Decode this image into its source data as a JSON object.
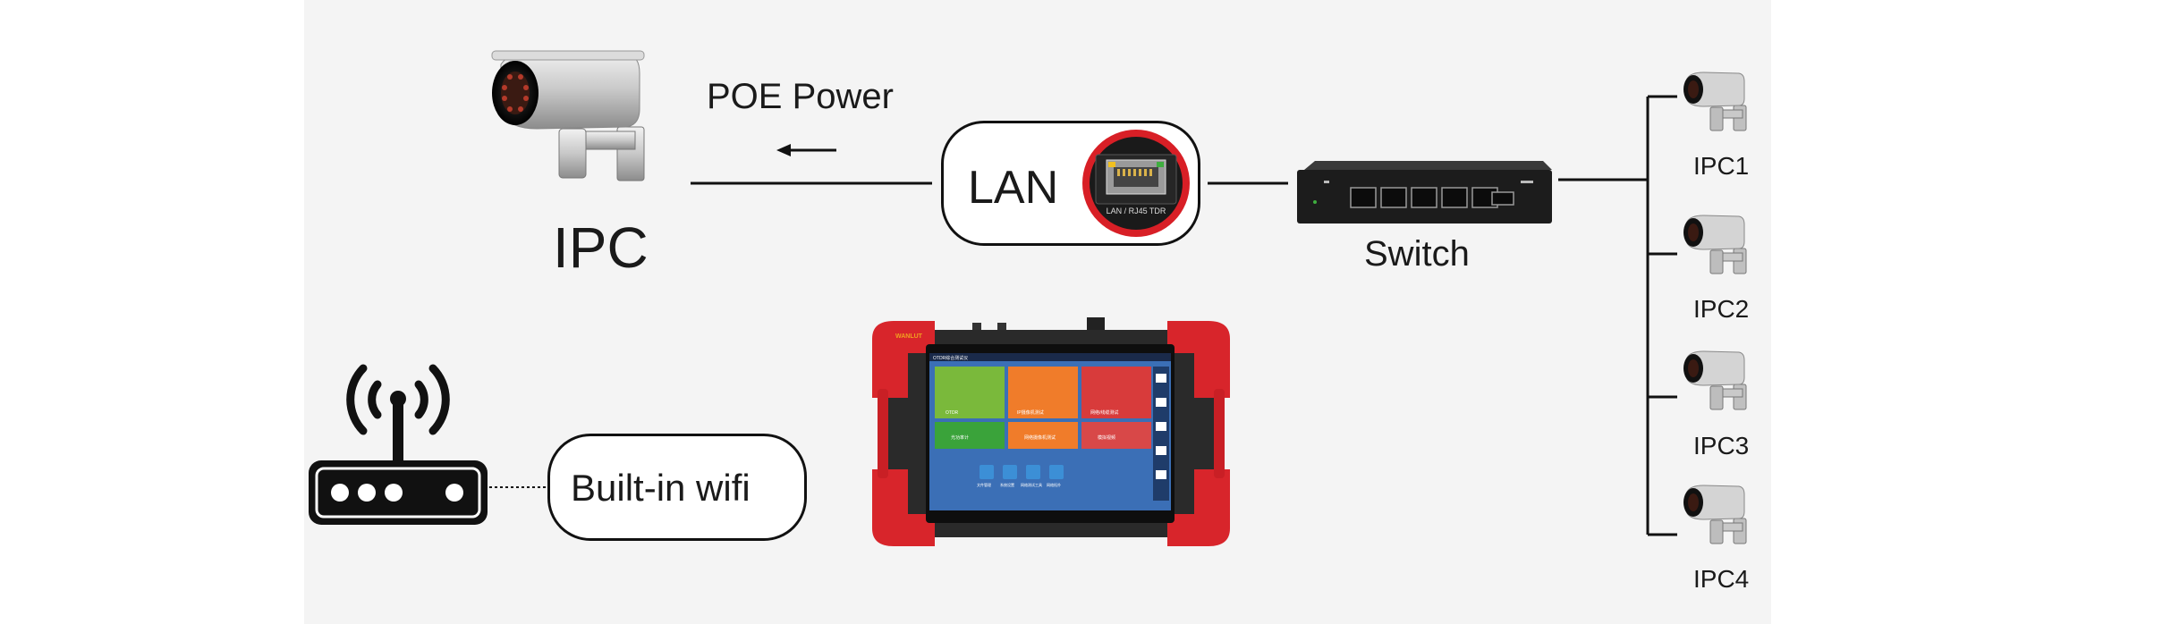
{
  "colors": {
    "background": "#f4f4f4",
    "line": "#111111",
    "device_red": "#e11b22",
    "screen_blue": "#2f6fc7"
  },
  "ipc_main": {
    "label": "IPC",
    "icon": "cctv-camera-icon"
  },
  "poe": {
    "label": "POE Power",
    "arrow": "arrow-left-icon"
  },
  "lan": {
    "label": "LAN",
    "port_caption": "LAN / RJ45 TDR",
    "icon": "rj45-port-icon"
  },
  "switch": {
    "label": "Switch",
    "icon": "network-switch-icon"
  },
  "cameras": [
    {
      "label": "IPC1"
    },
    {
      "label": "IPC2"
    },
    {
      "label": "IPC3"
    },
    {
      "label": "IPC4"
    }
  ],
  "router": {
    "icon": "wifi-router-icon"
  },
  "wifi": {
    "label": "Built-in wifi"
  },
  "tester": {
    "icon": "cctv-tester-device-icon",
    "brand": "WANLUT",
    "screen_title": "OTDR综合测试仪",
    "tiles": [
      "OTDR",
      "IP摄像机测试",
      "网络/线缆测试",
      "光功率计",
      "网络摄像机测试",
      "模拟视频"
    ],
    "dock": [
      "文件管理",
      "系统设置",
      "网络测试工具",
      "网络拓扑"
    ]
  }
}
